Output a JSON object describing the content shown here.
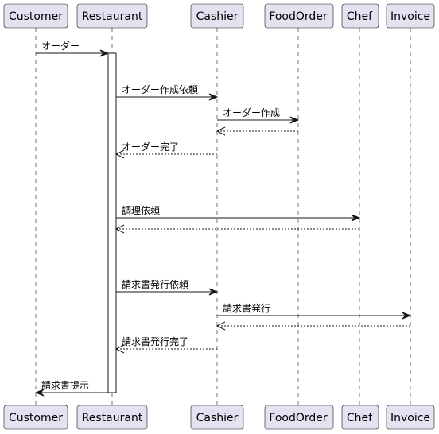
{
  "participants": [
    {
      "id": "customer",
      "label": "Customer"
    },
    {
      "id": "restaurant",
      "label": "Restaurant"
    },
    {
      "id": "cashier",
      "label": "Cashier"
    },
    {
      "id": "foodorder",
      "label": "FoodOrder"
    },
    {
      "id": "chef",
      "label": "Chef"
    },
    {
      "id": "invoice",
      "label": "Invoice"
    }
  ],
  "messages": [
    {
      "from": "customer",
      "to": "restaurant",
      "label": "オーダー",
      "style": "solid"
    },
    {
      "from": "restaurant",
      "to": "cashier",
      "label": "オーダー作成依頼",
      "style": "solid"
    },
    {
      "from": "cashier",
      "to": "foodorder",
      "label": "オーダー作成",
      "style": "solid"
    },
    {
      "from": "foodorder",
      "to": "cashier",
      "label": "",
      "style": "dashed"
    },
    {
      "from": "cashier",
      "to": "restaurant",
      "label": "オーダー完了",
      "style": "dashed"
    },
    {
      "from": "restaurant",
      "to": "chef",
      "label": "調理依頼",
      "style": "solid"
    },
    {
      "from": "chef",
      "to": "restaurant",
      "label": "",
      "style": "dashed"
    },
    {
      "from": "restaurant",
      "to": "cashier",
      "label": "請求書発行依頼",
      "style": "solid"
    },
    {
      "from": "cashier",
      "to": "invoice",
      "label": "請求書発行",
      "style": "solid"
    },
    {
      "from": "invoice",
      "to": "cashier",
      "label": "",
      "style": "dashed"
    },
    {
      "from": "cashier",
      "to": "restaurant",
      "label": "請求書発行完了",
      "style": "dashed"
    },
    {
      "from": "restaurant",
      "to": "customer",
      "label": "請求書提示",
      "style": "solid"
    }
  ]
}
